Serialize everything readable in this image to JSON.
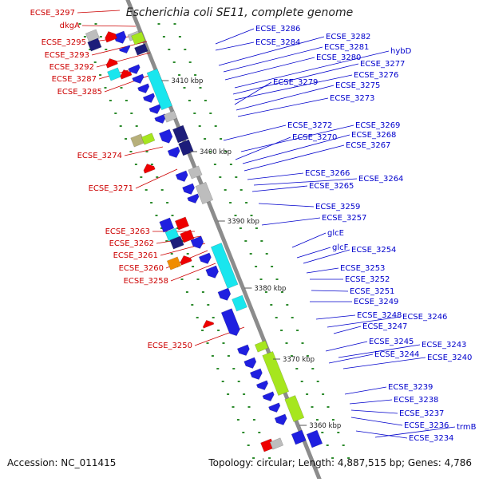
{
  "title": "Escherichia coli SE11, complete genome",
  "footer": {
    "accession": "Accession: NC_011415",
    "summary": "Topology: circular; Length: 4,887,515 bp; Genes: 4,786"
  },
  "colors": {
    "left_labels": "#cc0000",
    "right_labels": "#0000cc",
    "axis": "#8c8c8c",
    "gene_blue": "#1f1fe0",
    "gene_cyan": "#19e6ee",
    "gene_green": "#a6e61e",
    "gene_red": "#ee0000",
    "gene_gray": "#bdbdbd",
    "gene_navy": "#1d1d7a",
    "gene_orange": "#f08c00",
    "gene_olive": "#b7b07a",
    "dots": "#2e8b2e"
  },
  "ticks": [
    "3410 kbp",
    "3400 kbp",
    "3390 kbp",
    "3380 kbp",
    "3370 kbp",
    "3360 kbp"
  ],
  "left_labels": [
    "ECSE_3297",
    "dkgA",
    "ECSE_3295",
    "ECSE_3293",
    "ECSE_3292",
    "ECSE_3287",
    "ECSE_3285",
    "ECSE_3274",
    "ECSE_3271",
    "ECSE_3263",
    "ECSE_3262",
    "ECSE_3261",
    "ECSE_3260",
    "ECSE_3258",
    "ECSE_3250"
  ],
  "right_labels": [
    "ECSE_3286",
    "ECSE_3284",
    "ECSE_3282",
    "ECSE_3281",
    "ECSE_3280",
    "hybD",
    "ECSE_3277",
    "ECSE_3276",
    "ECSE_3279",
    "ECSE_3275",
    "ECSE_3273",
    "ECSE_3272",
    "ECSE_3269",
    "ECSE_3270",
    "ECSE_3268",
    "ECSE_3267",
    "ECSE_3266",
    "ECSE_3264",
    "ECSE_3265",
    "ECSE_3259",
    "ECSE_3257",
    "glcE",
    "glcF",
    "ECSE_3254",
    "ECSE_3253",
    "ECSE_3252",
    "ECSE_3251",
    "ECSE_3249",
    "ECSE_3248",
    "ECSE_3246",
    "ECSE_3247",
    "ECSE_3245",
    "ECSE_3243",
    "ECSE_3244",
    "ECSE_3240",
    "ECSE_3239",
    "ECSE_3238",
    "ECSE_3237",
    "ECSE_3236",
    "trmB",
    "ECSE_3234"
  ]
}
